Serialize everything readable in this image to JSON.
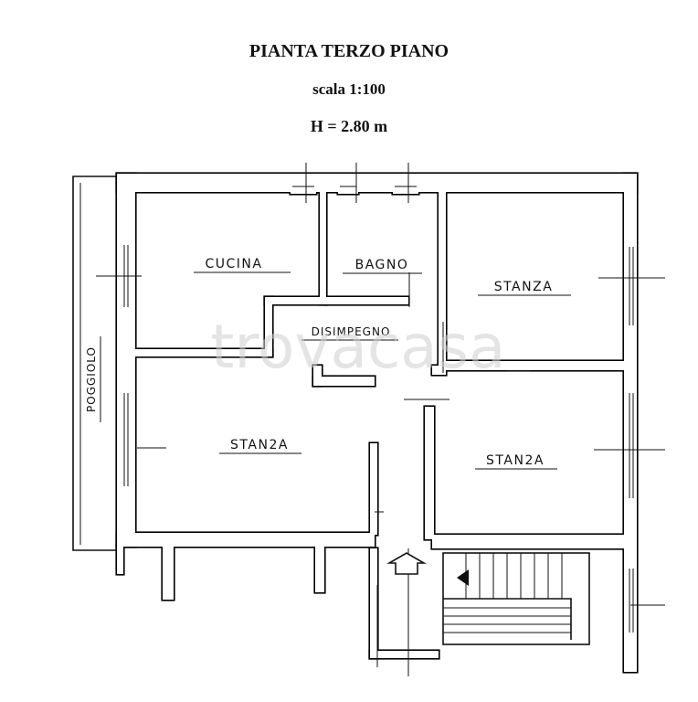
{
  "header": {
    "title": "PIANTA TERZO PIANO",
    "scale": "scala 1:100",
    "height": "H = 2.80 m"
  },
  "rooms": {
    "cucina": "CUCINA",
    "bagno": "BAGNO",
    "stanza_top_right": "STANZA",
    "disimpegno": "DISIMPEGNO",
    "stanza_left": "STAN2A",
    "stanza_right": "STAN2A",
    "poggiolo": "POGGIOLO"
  },
  "watermark": "trovacasa"
}
